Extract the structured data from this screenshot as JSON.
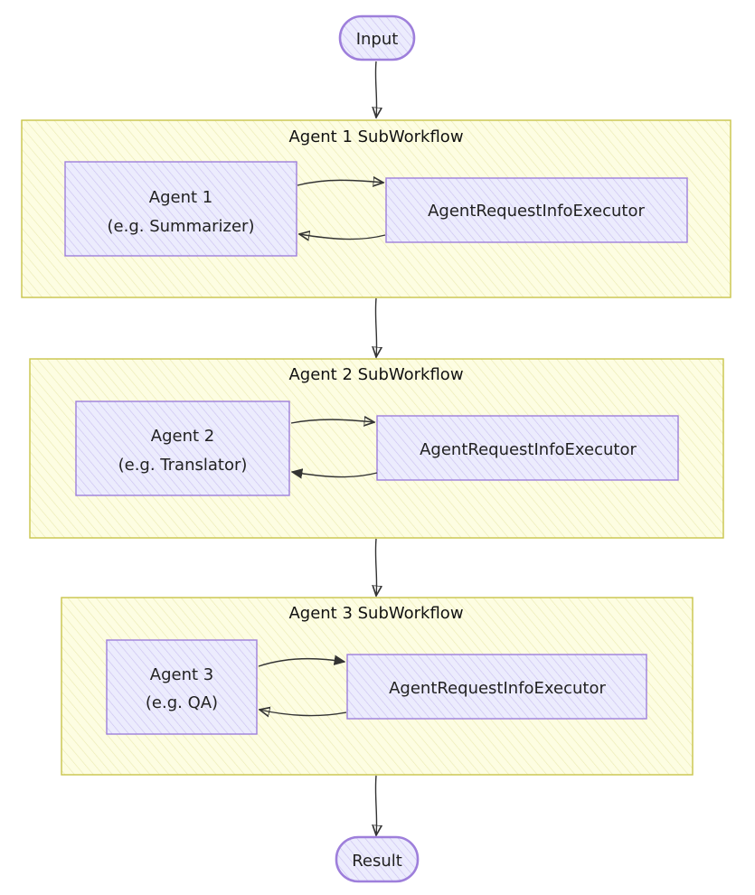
{
  "colors": {
    "node_fill": "#ececfd",
    "node_stroke": "#9e7fdb",
    "cluster_fill": "#fdfde2",
    "cluster_stroke": "#c9c44a",
    "edge": "#333333"
  },
  "input_label": "Input",
  "result_label": "Result",
  "subworkflows": [
    {
      "title": "Agent 1 SubWorkflow",
      "agent": [
        "Agent 1",
        "(e.g. Summarizer)"
      ],
      "executor": "AgentRequestInfoExecutor"
    },
    {
      "title": "Agent 2 SubWorkflow",
      "agent": [
        "Agent 2",
        "(e.g. Translator)"
      ],
      "executor": "AgentRequestInfoExecutor"
    },
    {
      "title": "Agent 3 SubWorkflow",
      "agent": [
        "Agent 3",
        "(e.g. QA)"
      ],
      "executor": "AgentRequestInfoExecutor"
    }
  ]
}
